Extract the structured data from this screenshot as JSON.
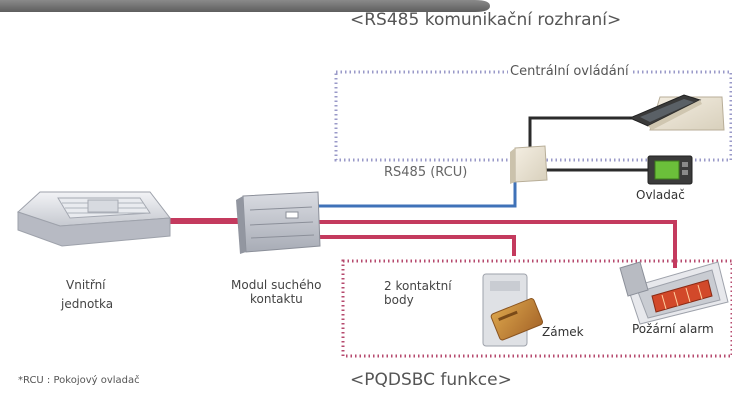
{
  "header": {
    "rs485_title": "<RS485 komunikační rozhraní>"
  },
  "central_group": {
    "title": "Centrální ovládání",
    "rs485_label": "RS485  (RCU)",
    "controller_label": "Ovladač"
  },
  "units": {
    "indoor_line1": "Vnitřní",
    "indoor_line2": "jednotka",
    "module_line1": "Modul suchého",
    "module_line2": "kontaktu"
  },
  "pqdsbc_group": {
    "contacts_line1": "2 kontaktní",
    "contacts_line2": "body",
    "lock_label": "Zámek",
    "fire_alarm_label": "Požární alarm",
    "title": "<PQDSBC funkce>"
  },
  "footnote": "*RCU : Pokojový ovladač",
  "colors": {
    "cable_red": "#c43a5e",
    "cable_blue": "#3f72b8",
    "cable_black": "#2b2b2b",
    "dotted_border": "#9a9ac8",
    "dotted_border_bottom": "#b64a6e",
    "lcd_green": "#6bbf3a"
  },
  "icons": {
    "indoor_unit": "cassette-ac-unit-icon",
    "dry_contact_module": "dry-contact-module-icon",
    "central_controller": "central-controller-icon",
    "rs485_converter": "rs485-converter-icon",
    "controller": "wired-remote-controller-icon",
    "card_lock": "key-card-lock-icon",
    "fire_alarm": "fire-alarm-icon"
  }
}
